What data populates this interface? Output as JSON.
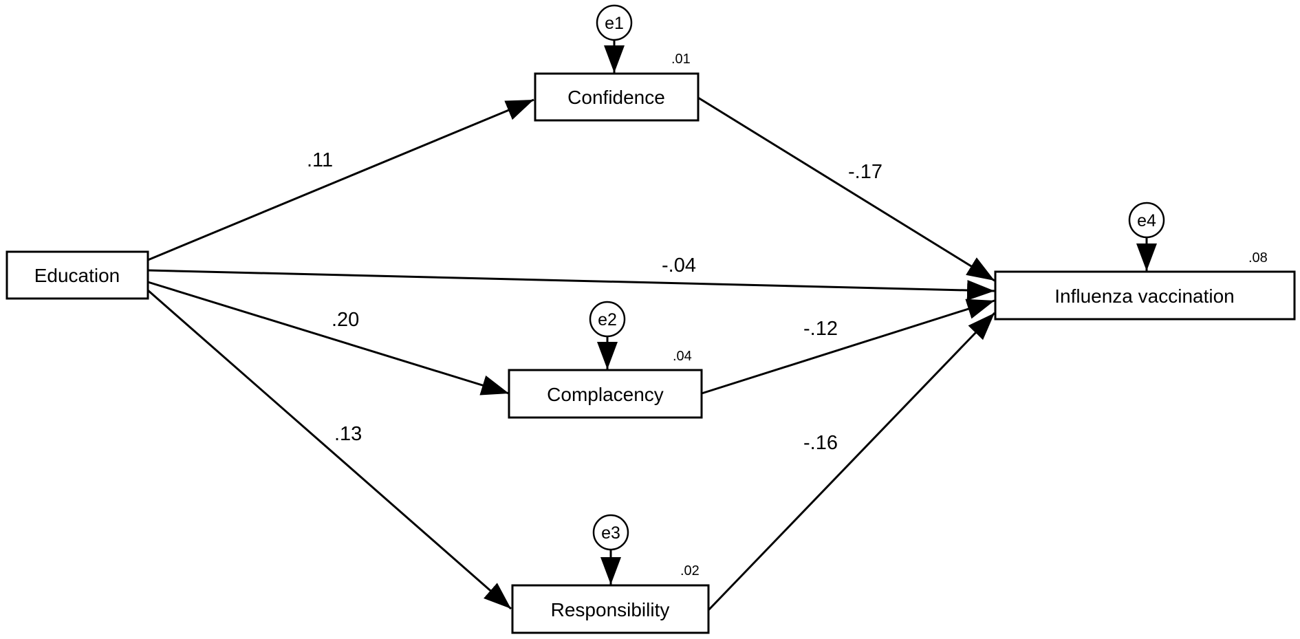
{
  "nodes": {
    "education": "Education",
    "confidence": "Confidence",
    "complacency": "Complacency",
    "responsibility": "Responsibility",
    "influenza": "Influenza vaccination"
  },
  "errors": {
    "e1": "e1",
    "e2": "e2",
    "e3": "e3",
    "e4": "e4"
  },
  "r_squared": {
    "confidence": ".01",
    "complacency": ".04",
    "responsibility": ".02",
    "influenza": ".08"
  },
  "paths": {
    "education_confidence": ".11",
    "education_complacency": ".20",
    "education_responsibility": ".13",
    "education_influenza": "-.04",
    "confidence_influenza": "-.17",
    "complacency_influenza": "-.12",
    "responsibility_influenza": "-.16"
  }
}
